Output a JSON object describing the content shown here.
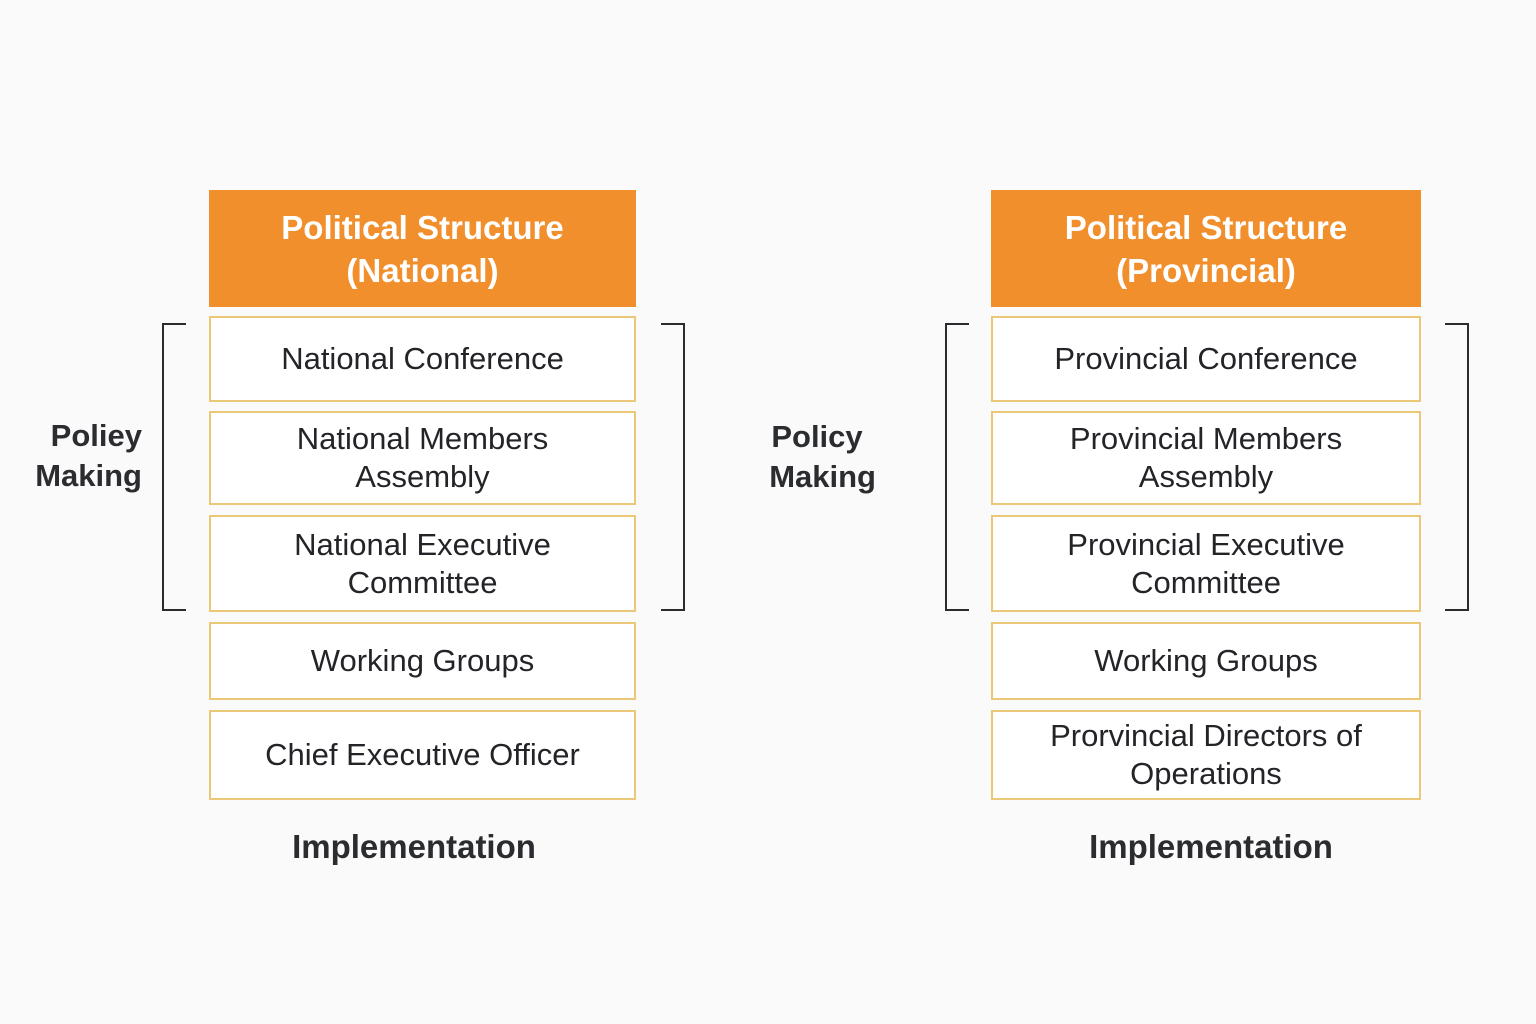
{
  "colors": {
    "header_bg": "#f28f2d",
    "box_border": "#ebc878",
    "background": "#fafafa",
    "text": "#232428"
  },
  "national": {
    "header": {
      "line1": "Political Structure",
      "line2": "(National)"
    },
    "side_label": {
      "line1": "Poliey",
      "line2": "Making"
    },
    "boxes": [
      {
        "line1": "National Conference",
        "line2": ""
      },
      {
        "line1": "National Members",
        "line2": "Assembly"
      },
      {
        "line1": "National Executive",
        "line2": "Committee"
      },
      {
        "line1": "Working Groups",
        "line2": ""
      },
      {
        "line1": "Chief Executive Officer",
        "line2": ""
      }
    ],
    "bottom_label": "Implementation"
  },
  "provincial": {
    "header": {
      "line1": "Political Structure",
      "line2": "(Provincial)"
    },
    "side_label": {
      "line1": "Policy",
      "line2": "Making"
    },
    "boxes": [
      {
        "line1": "Provincial Conference",
        "line2": ""
      },
      {
        "line1": "Provincial Members",
        "line2": "Assembly"
      },
      {
        "line1": "Provincial Executive",
        "line2": "Committee"
      },
      {
        "line1": "Working Groups",
        "line2": ""
      },
      {
        "line1": "Prorvincial Directors of",
        "line2": "Operations"
      }
    ],
    "bottom_label": "Implementation"
  }
}
